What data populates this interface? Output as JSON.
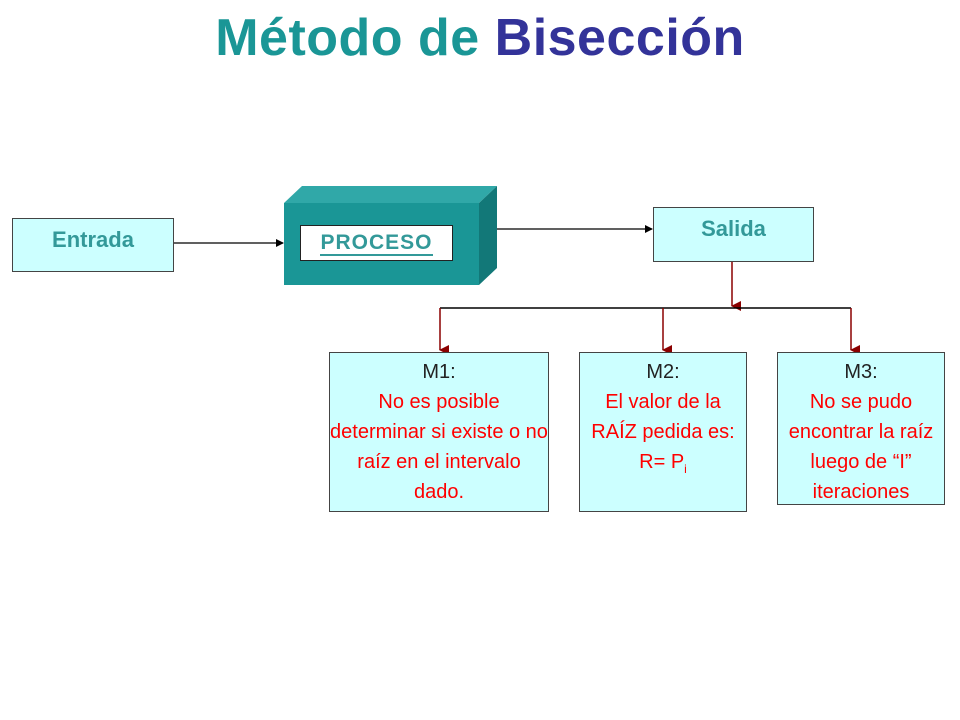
{
  "title": {
    "part1": "Método de",
    "part2": "Bisección"
  },
  "nodes": {
    "entrada": "Entrada",
    "proceso": "PROCESO",
    "salida": "Salida"
  },
  "messages": {
    "m1": {
      "head": "M1:",
      "body": "No es posible determinar si existe o no raíz en el intervalo dado."
    },
    "m2": {
      "head": "M2:",
      "body": "El valor de la RAÍZ pedida es:",
      "formula_prefix": "R= P",
      "formula_sub": "i"
    },
    "m3": {
      "head": "M3:",
      "body": "No se pudo encontrar la raíz luego de “I” iteraciones"
    }
  },
  "colors": {
    "title_teal": "#1a9696",
    "title_navy": "#333399",
    "box_fill": "#ccffff",
    "process_block": "#1a9696",
    "arrow_dark_red": "#8b0000",
    "message_text": "#ff0000"
  }
}
